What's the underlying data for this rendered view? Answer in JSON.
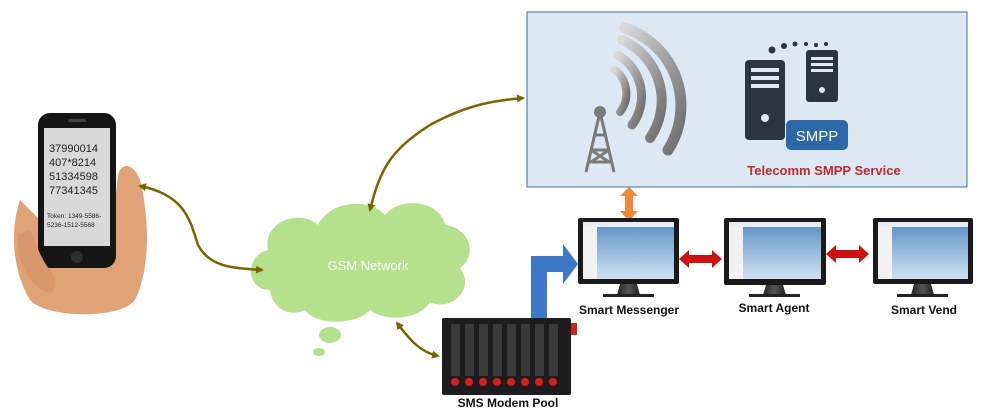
{
  "phone": {
    "code_lines": [
      "37990014",
      "407*8214",
      "51334598",
      "77341345"
    ],
    "token_line1": "Token: 1349-5586-",
    "token_line2": "5236-1512-5568"
  },
  "cloud": {
    "label": "GSM Network"
  },
  "smpp_panel": {
    "badge": "SMPP",
    "title": "Telecomm SMPP Service"
  },
  "nodes": {
    "messenger": "Smart Messenger",
    "agent": "Smart Agent",
    "vend": "Smart Vend",
    "modem": "SMS Modem Pool"
  },
  "colors": {
    "connector": "#7a6400",
    "panel_bg": "#dce9f5",
    "panel_border": "#3a6ea5",
    "smpp_title": "#c0282e",
    "cloud": "#b5e08c",
    "red_arrow": "#cc1111",
    "orange_arrow": "#f08a3a",
    "blue_arrow": "#3e78c8"
  },
  "icons": [
    "phone-icon",
    "cloud-icon",
    "antenna-icon",
    "server-icon",
    "monitor-icon",
    "modem-pool-icon"
  ]
}
